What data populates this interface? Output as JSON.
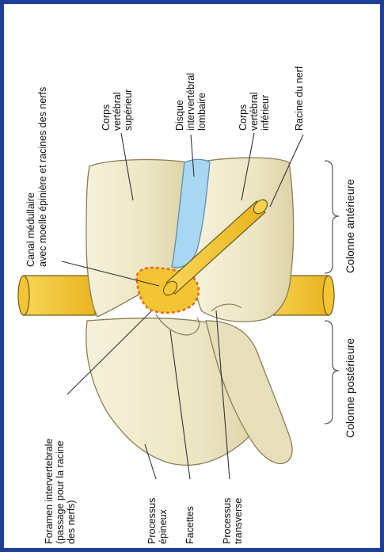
{
  "labels": {
    "canal_medullaire_1": "Canal médullaire",
    "canal_medullaire_2": "avec moelle épinière et racines des nerfs",
    "corps_superieur_1": "Corps",
    "corps_superieur_2": "vertébral",
    "corps_superieur_3": "supérieur",
    "disque_1": "Disque",
    "disque_2": "intervertébral",
    "disque_3": "lombaire",
    "corps_inferieur_1": "Corps",
    "corps_inferieur_2": "vertébral",
    "corps_inferieur_3": "inférieur",
    "racine_nerf": "Racine du nerf",
    "colonne_anterieure": "Colonne antérieure",
    "colonne_posterieure": "Colonne postérieure",
    "foramen_1": "Foramen intervertebrale",
    "foramen_2": "(passage pour la racine",
    "foramen_3": "des nerfs)",
    "processus_epineux_1": "Processus",
    "processus_epineux_2": "épineux",
    "facettes": "Facettes",
    "processus_transverse_1": "Processus",
    "processus_transverse_2": "transverse"
  },
  "colors": {
    "bone": "#ede6c4",
    "disc": "#a9d6f0",
    "nerve": "#f3c433",
    "foramen_outline": "#e56a1a",
    "border": "#1d3f97"
  }
}
